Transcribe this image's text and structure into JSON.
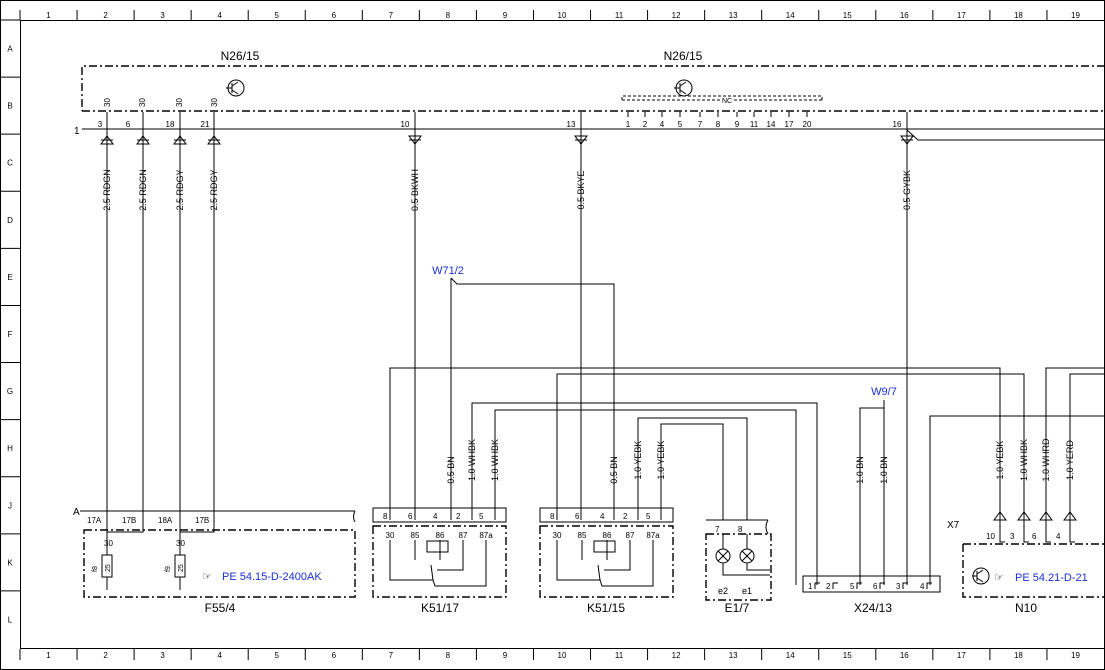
{
  "grid": {
    "columns": [
      "1",
      "2",
      "3",
      "4",
      "5",
      "6",
      "7",
      "8",
      "9",
      "10",
      "11",
      "12",
      "13",
      "14",
      "15",
      "16",
      "17",
      "18",
      "19"
    ],
    "rows": [
      "A",
      "B",
      "C",
      "D",
      "E",
      "F",
      "G",
      "H",
      "J",
      "K",
      "L"
    ]
  },
  "modules": {
    "n26_left": "N26/15",
    "n26_right": "N26/15",
    "f55": "F55/4",
    "k51_17": "K51/17",
    "k51_15": "K51/15",
    "e1_7": "E1/7",
    "x24_13": "X24/13",
    "n10": "N10",
    "x7": "X7",
    "a_label": "A",
    "ground_no": "1"
  },
  "n26_pins": [
    {
      "top": "30",
      "pin": "3"
    },
    {
      "top": "30",
      "pin": "6"
    },
    {
      "top": "30",
      "pin": "18"
    },
    {
      "top": "30",
      "pin": "21"
    },
    {
      "top": "",
      "pin": "10"
    },
    {
      "top": "",
      "pin": "13"
    },
    {
      "top": "",
      "pin": "16"
    }
  ],
  "nc_label": "NC",
  "nc_pins": [
    "1",
    "2",
    "4",
    "5",
    "7",
    "8",
    "9",
    "11",
    "14",
    "17",
    "20"
  ],
  "wires": {
    "w1": "2.5 RDGN",
    "w2": "2.5 RDGN",
    "w3": "2.5 RDGY",
    "w4": "2.5 RDGY",
    "w5": "0.5 BKWH",
    "w6": "0.5 BKYE",
    "w7": "0.5 GYBK",
    "k17_bn": "0.5 BN",
    "k17_whbk1": "1.0 WHBK",
    "k17_whbk2": "1.0 WHBK",
    "k15_bn": "0.5 BN",
    "k15_yebk1": "1.0 YEBK",
    "k15_yebk2": "1.0 YEBK",
    "x24_bn1": "1.0 BN",
    "x24_bn2": "1.0 BN",
    "n10_yebk": "1.0 YEBK",
    "n10_whbk": "1.0 WHBK",
    "n10_whrd": "1.0 WHRD",
    "n10_yerd": "1.0 YERD"
  },
  "splices": {
    "w71": "W71/2",
    "w9": "W9/7"
  },
  "f55_terms": {
    "t17a": "17A",
    "t17b1": "17B",
    "t18a": "18A",
    "t17b2": "17B",
    "p30a": "30",
    "p30b": "30",
    "fuse1": "f8",
    "fuse1v": "25",
    "fuse2": "f9",
    "fuse2v": "25"
  },
  "relay_terms": {
    "top": [
      "8",
      "6",
      "4",
      "2",
      "5"
    ],
    "inner": [
      "30",
      "85",
      "86",
      "87",
      "87a"
    ]
  },
  "e17_terms": {
    "p7": "7",
    "p8": "8",
    "e2": "e2",
    "e1": "e1"
  },
  "x24_pins": [
    "1",
    "2",
    "5",
    "6",
    "3",
    "4"
  ],
  "n10_pins": [
    "10",
    "3",
    "6",
    "4"
  ],
  "refs": {
    "f55": "PE 54.15-D-2400AK",
    "n10": "PE 54.21-D-21"
  }
}
